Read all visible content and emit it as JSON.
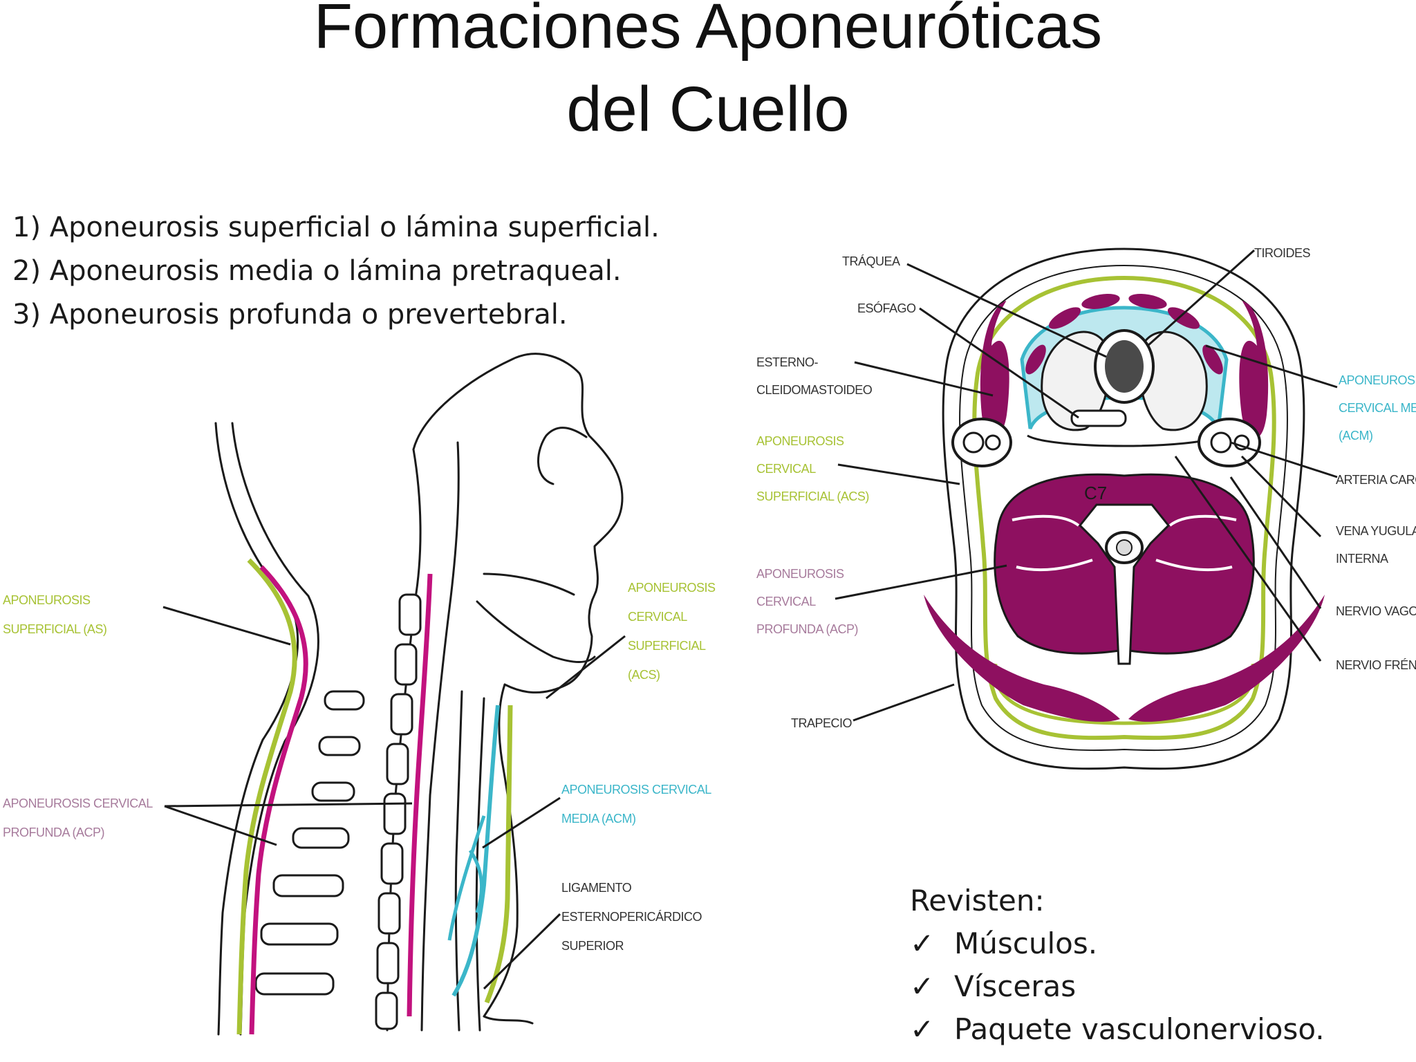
{
  "title": {
    "line1": "Formaciones Aponeuróticas",
    "line2": "del Cuello"
  },
  "aponeurosis_list": [
    "1) Aponeurosis superficial o lámina superficial.",
    "2) Aponeurosis media o lámina pretraqueal.",
    "3) Aponeurosis profunda o prevertebral."
  ],
  "sagittal_labels": {
    "as_1": "APONEUROSIS",
    "as_2": "SUPERFICIAL (AS)",
    "acp_1": "APONEUROSIS CERVICAL",
    "acp_2": "PROFUNDA (ACP)",
    "acs_1": "APONEUROSIS",
    "acs_2": "CERVICAL",
    "acs_3": "SUPERFICIAL",
    "acs_4": "(ACS)",
    "acm_1": "APONEUROSIS CERVICAL",
    "acm_2": "MEDIA (ACM)",
    "lig_1": "LIGAMENTO",
    "lig_2": "ESTERNOPERICÁRDICO",
    "lig_3": "SUPERIOR"
  },
  "axial_labels": {
    "traquea": "TRÁQUEA",
    "esofago": "ESÓFAGO",
    "tiroides": "TIROIDES",
    "ecm_1": "ESTERNO-",
    "ecm_2": "CLEIDOMASTOIDEO",
    "acs_1": "APONEUROSIS",
    "acs_2": "CERVICAL",
    "acs_3": "SUPERFICIAL (ACS)",
    "acp_1": "APONEUROSIS",
    "acp_2": "CERVICAL",
    "acp_3": "PROFUNDA (ACP)",
    "trapecio": "TRAPECIO",
    "acm_1": "APONEUROSIS",
    "acm_2": "CERVICAL MEDIA",
    "acm_3": "(ACM)",
    "arteria": "ARTERIA CARÓTIDA",
    "vena_1": "VENA YUGULAR",
    "vena_2": "INTERNA",
    "vago": "NERVIO VAGO",
    "frenico": "NERVIO FRÉNICO",
    "vertebra": "C7"
  },
  "revisten": {
    "heading": "Revisten:",
    "check_symbol": "✓",
    "items": [
      "Músculos.",
      "Vísceras",
      "Paquete vasculonervioso."
    ]
  },
  "colors": {
    "superficial": "#a7c234",
    "media": "#3bb6c9",
    "profunda": "#c2127e",
    "muscle": "#8e1060",
    "line": "#1a1a1a"
  }
}
